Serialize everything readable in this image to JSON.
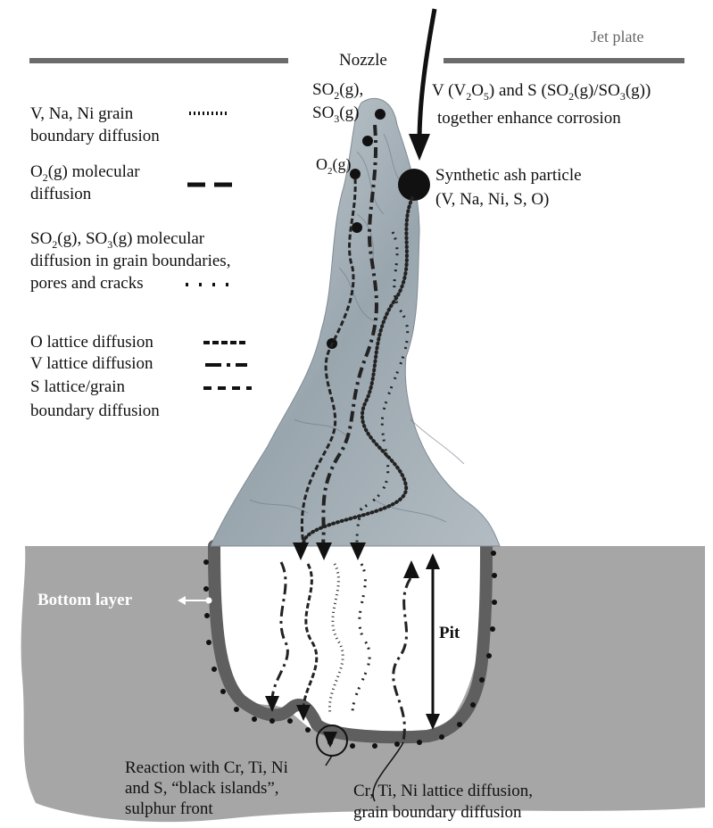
{
  "header": {
    "jet_plate": "Jet plate",
    "nozzle": "Nozzle"
  },
  "legend": {
    "grain_boundary_1": "V, Na, Ni grain",
    "grain_boundary_2": "boundary diffusion",
    "o2_1_main": "O",
    "o2_1_sub": "2",
    "o2_1_rest": "(g) molecular",
    "o2_2": "diffusion",
    "so_1_a": "SO",
    "so_1_a_sub": "2",
    "so_1_b": "(g), SO",
    "so_1_b_sub": "3",
    "so_1_c": "(g) molecular",
    "so_2": "diffusion in grain boundaries,",
    "so_3": "pores and cracks",
    "o_lattice": "O lattice diffusion",
    "v_lattice": "V lattice diffusion",
    "s_lattice_1": "S lattice/grain",
    "s_lattice_2": "boundary  diffusion"
  },
  "gases": {
    "so2_a": "SO",
    "so2_sub": "2",
    "so2_b": "(g),",
    "so3_a": "SO",
    "so3_sub": "3",
    "so3_b": "(g)",
    "o2_a": "O",
    "o2_sub": "2",
    "o2_b": "(g)"
  },
  "annotations": {
    "v_s_1_a": "V (V",
    "v_s_1_sub1": "2",
    "v_s_1_b": "O",
    "v_s_1_sub2": "5",
    "v_s_1_c": ") and S (SO",
    "v_s_1_sub3": "2",
    "v_s_1_d": "(g)/SO",
    "v_s_1_sub4": "3",
    "v_s_1_e": "(g))",
    "v_s_2": "together enhance corrosion",
    "ash_1": "Synthetic ash particle",
    "ash_2": "(V, Na, Ni, S, O)",
    "bottom_layer": "Bottom layer",
    "pit": "Pit",
    "reaction_1": "Reaction with Cr, Ti, Ni",
    "reaction_2": "and S, “black islands”,",
    "reaction_3": "sulphur front",
    "crti_1": "Cr, Ti, Ni lattice diffusion,",
    "crti_2": "grain boundary diffusion"
  },
  "colors": {
    "substrate": "#a6a6a6",
    "bottom_layer": "#5f5f5f",
    "plate": "#6b6b6b",
    "oxide_light": "#b9c2c8",
    "oxide_dark": "#7f8b95",
    "ink": "#111111"
  }
}
